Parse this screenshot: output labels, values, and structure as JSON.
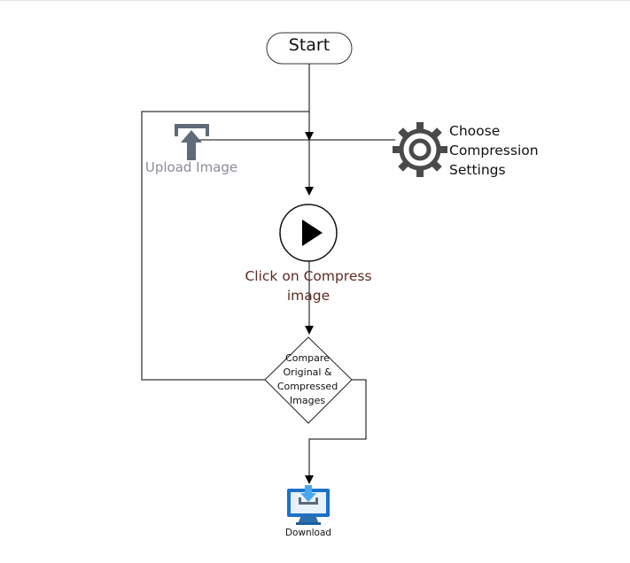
{
  "flow": {
    "start": "Start",
    "upload_image": "Upload Image",
    "choose_settings": "Choose\nCompression\nSettings",
    "click_compress": "Click on Compress image",
    "compare": "Compare Original & Compressed Images",
    "download": "Download"
  },
  "icons": {
    "upload": "upload-arrow-icon",
    "settings": "gear-icon",
    "compress": "play-button-icon",
    "download": "monitor-download-icon"
  },
  "colors": {
    "line": "#000000",
    "upload_icon": "#5f6b7a",
    "gear": "#4a4a4a",
    "compress_label": "#5e2a22",
    "download_screen": "#1a73c9",
    "download_arrow": "#4aa8f0"
  }
}
